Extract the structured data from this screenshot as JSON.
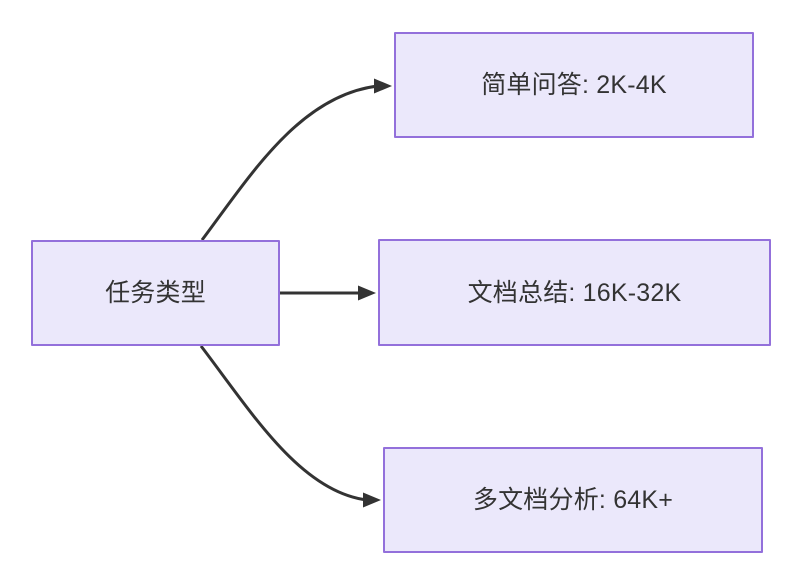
{
  "diagram": {
    "type": "flowchart",
    "direction": "left-to-right",
    "background_color": "#ffffff",
    "node_fill_color": "#ebe8fb",
    "node_border_color": "#9370db",
    "text_color": "#333333",
    "edge_color": "#333333",
    "nodes": [
      {
        "id": "source",
        "label": "任务类型",
        "role": "root"
      },
      {
        "id": "simple-qa",
        "label": "简单问答: 2K-4K",
        "role": "leaf"
      },
      {
        "id": "doc-summary",
        "label": "文档总结: 16K-32K",
        "role": "leaf"
      },
      {
        "id": "multi-doc",
        "label": "多文档分析: 64K+",
        "role": "leaf"
      }
    ],
    "edges": [
      {
        "id": "edge-source-simple-qa",
        "from": "source",
        "to": "simple-qa",
        "style": "curved",
        "arrow": "triangle"
      },
      {
        "id": "edge-source-doc-summary",
        "from": "source",
        "to": "doc-summary",
        "style": "straight",
        "arrow": "triangle"
      },
      {
        "id": "edge-source-multi-doc",
        "from": "source",
        "to": "multi-doc",
        "style": "curved",
        "arrow": "triangle"
      }
    ]
  }
}
